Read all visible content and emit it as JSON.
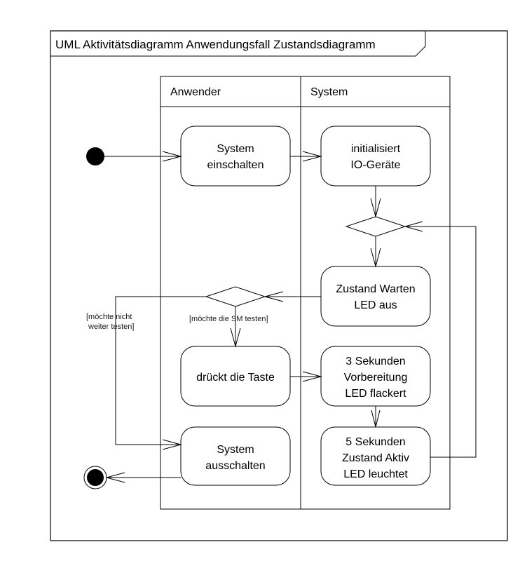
{
  "frame": {
    "title": "UML Aktivitätsdiagramm Anwendungsfall Zustandsdiagramm"
  },
  "lanes": [
    {
      "label": "Anwender"
    },
    {
      "label": "System"
    }
  ],
  "nodes": {
    "system_einschalten": [
      "System",
      "einschalten"
    ],
    "initialisiert": [
      "initialisiert",
      "IO-Geräte"
    ],
    "zustand_warten": [
      "Zustand Warten",
      "LED aus"
    ],
    "drueckt_taste": [
      "drückt die Taste"
    ],
    "vorbereitung": [
      "3 Sekunden",
      "Vorbereitung",
      "LED flackert"
    ],
    "zustand_aktiv": [
      "5 Sekunden",
      "Zustand Aktiv",
      "LED leuchtet"
    ],
    "system_ausschalten": [
      "System",
      "ausschalten"
    ]
  },
  "guards": {
    "nicht_testen": [
      "[möchte nicht",
      "weiter testen]"
    ],
    "sm_testen": [
      "[möchte die SM testen]"
    ]
  }
}
